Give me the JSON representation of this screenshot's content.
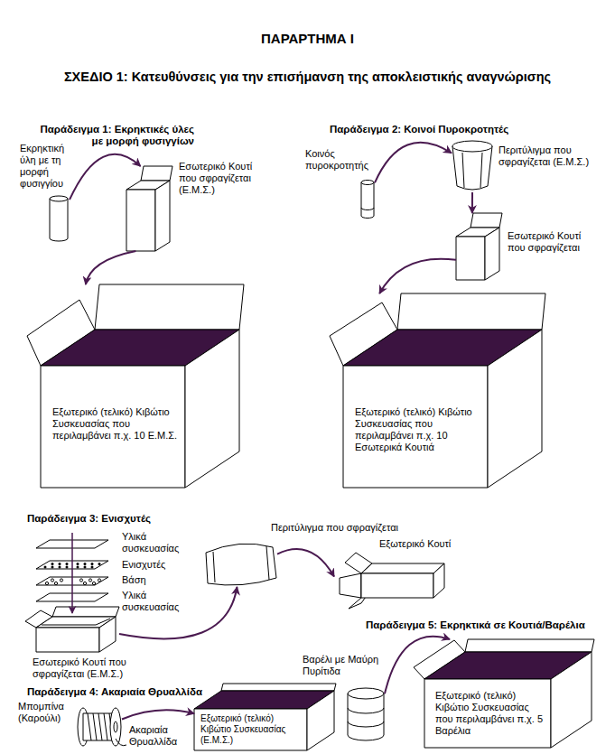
{
  "diagram": {
    "title": "ΠΑΡΑΡΤΗΜΑ Ι",
    "nodes": [
      {
        "text": [
          "Εκρηκτική ύλη με τη μορφή φυσιγγίου"
        ]
      },
      {
        "text": [
          "Εσωτερικό Κουτί που σφραγίζεται (Ε.Μ.Σ.)"
        ]
      },
      {
        "text": [
          "Εξωτερικό (τελικό) Κιβώτιο Συσκευασίας που περιλαμβάνει π.χ. 10 Ε.Μ.Σ."
        ]
      },
      {
        "text": [
          "Κοινός πυροκροτητής"
        ]
      },
      {
        "text": [
          "Περιτύλιγμα που σφραγίζεται (Ε.Μ.Σ.)"
        ]
      },
      {
        "text": [
          "Εσωτερικό Κουτί που σφραγίζεται"
        ]
      },
      {
        "text": [
          "Εξωτερικό (τελικό) Κιβώτιο Συσκευασίας που περιλαμβάνει π.χ. 10 Εσωτερικά Κουτιά"
        ]
      },
      {
        "text": [
          "Εσωτερικό Κουτί που σφραγίζεται (Ε.Μ.Σ.)"
        ]
      },
      {
        "text": [
          "Περιτύλιγμα που σφραγίζεται"
        ]
      },
      {
        "text": [
          "Εξωτερικό Κουτί"
        ]
      },
      {
        "text": [
          "Μπομπίνα (Καρούλι)"
        ]
      },
      {
        "text": [
          "Εξωτερικό (τελικό) Κιβώτιο Συσκευασίας (Ε.Μ.Σ.)"
        ]
      },
      {
        "text": [
          "Βαρέλι με Μαύρη Πυρίτιδα"
        ]
      },
      {
        "text": [
          "Εξωτερικό (τελικό) Κιβώτιο Συσκευασίας που περιλαμβάνει π.χ. 5 Βαρέλια"
        ]
      }
    ],
    "edges": [
      {
        "from": 0,
        "to": 1,
        "arrow": "to"
      },
      {
        "from": 1,
        "to": 2,
        "arrow": "to"
      },
      {
        "from": 3,
        "to": 4,
        "arrow": "to"
      },
      {
        "from": 4,
        "to": 5,
        "arrow": "to"
      },
      {
        "from": 5,
        "to": 6,
        "arrow": "to"
      },
      {
        "from": 7,
        "to": 8,
        "arrow": "to"
      },
      {
        "from": 8,
        "to": 9,
        "arrow": "to"
      },
      {
        "from": 10,
        "to": 11,
        "arrow": "to"
      },
      {
        "from": 12,
        "to": 13,
        "arrow": "to"
      }
    ],
    "labels": [
      "ΣΧΕΔΙΟ 1: Κατευθύνσεις για την επισήμανση της αποκλειστικής αναγνώρισης",
      "Παράδειγμα 1: Εκρηκτικές ύλες με μορφή φυσιγγίων",
      "Παράδειγμα 2: Κοινοί Πυροκροτητές",
      "Παράδειγμα 3: Ενισχυτές",
      "Υλικά συσκευασίας",
      "Ενισχυτές",
      "Βάση",
      "Υλικά συσκευασίας",
      "Παράδειγμα 4: Ακαριαία Θρυαλλίδα",
      "Ακαριαία Θρυαλλίδα",
      "Παράδειγμα 5: Εκρηκτικά σε Κουτιά/Βαρέλια"
    ]
  }
}
